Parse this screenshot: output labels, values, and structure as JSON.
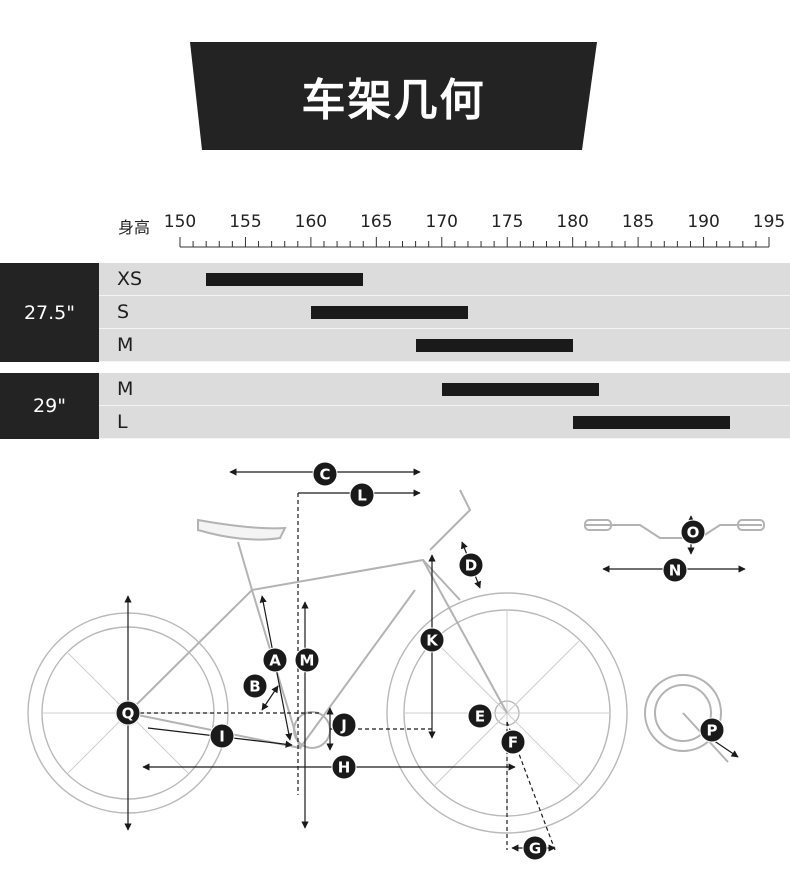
{
  "banner": {
    "title": "车架几何"
  },
  "ruler": {
    "label": "身高",
    "min": 150,
    "max": 195,
    "ticks": [
      "150",
      "155",
      "160",
      "165",
      "170",
      "175",
      "180",
      "185",
      "190",
      "195"
    ]
  },
  "wheels": [
    {
      "label": "27.5\"",
      "sizes": [
        {
          "name": "XS",
          "from": 152,
          "to": 164
        },
        {
          "name": "S",
          "from": 160,
          "to": 172
        },
        {
          "name": "M",
          "from": 168,
          "to": 180
        }
      ]
    },
    {
      "label": "29\"",
      "sizes": [
        {
          "name": "M",
          "from": 170,
          "to": 182
        },
        {
          "name": "L",
          "from": 180,
          "to": 192
        }
      ]
    }
  ],
  "labels": {
    "A": "A",
    "B": "B",
    "C": "C",
    "D": "D",
    "E": "E",
    "F": "F",
    "G": "G",
    "H": "H",
    "I": "I",
    "J": "J",
    "K": "K",
    "L": "L",
    "M": "M",
    "N": "N",
    "O": "O",
    "P": "P",
    "Q": "Q"
  }
}
